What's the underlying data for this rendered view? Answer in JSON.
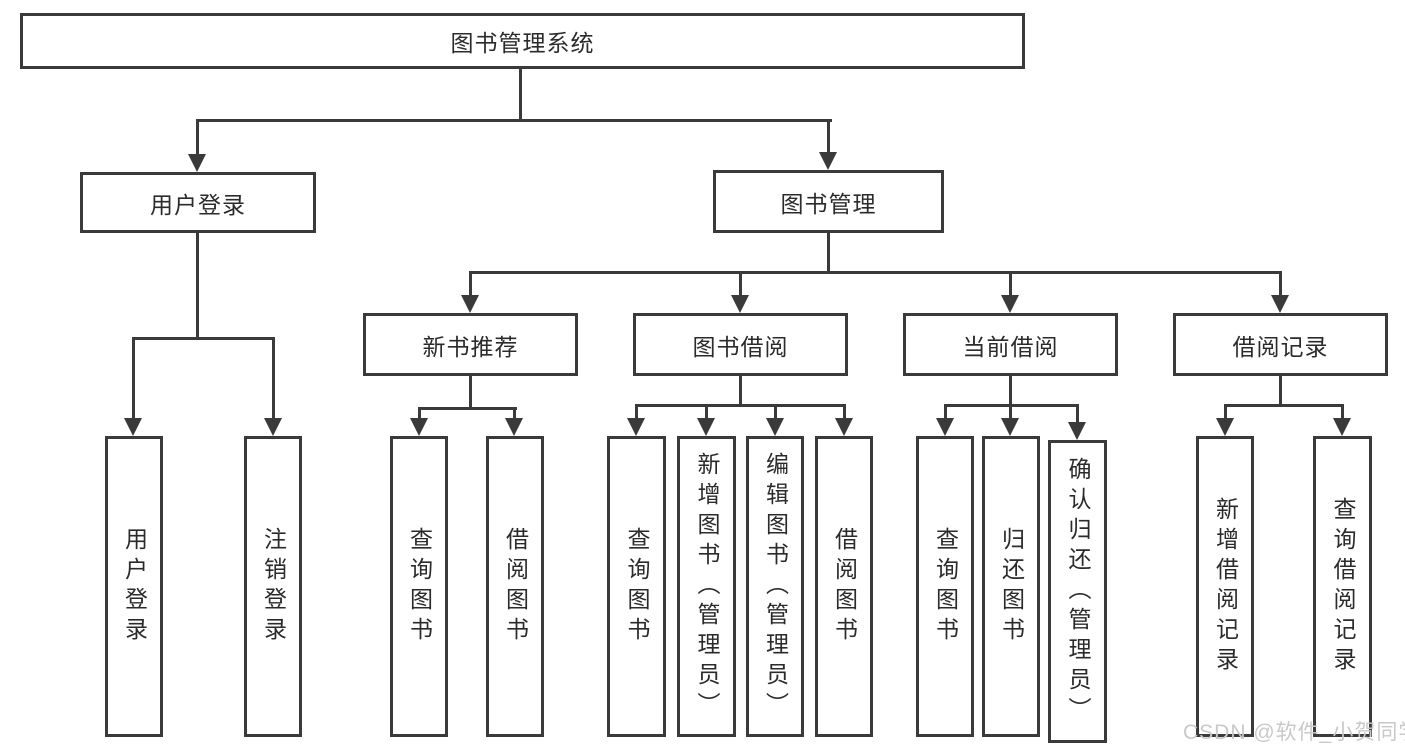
{
  "tree": {
    "root": "图书管理系统",
    "branches": [
      {
        "label": "用户登录",
        "leaves": [
          "用户登录",
          "注销登录"
        ]
      },
      {
        "label": "图书管理",
        "sections": [
          {
            "label": "新书推荐",
            "leaves": [
              "查询图书",
              "借阅图书"
            ]
          },
          {
            "label": "图书借阅",
            "leaves": [
              "查询图书",
              "新增图书（管理员）",
              "编辑图书（管理员）",
              "借阅图书"
            ]
          },
          {
            "label": "当前借阅",
            "leaves": [
              "查询图书",
              "归还图书",
              "确认归还（管理员）"
            ]
          },
          {
            "label": "借阅记录",
            "leaves": [
              "新增借阅记录",
              "查询借阅记录"
            ]
          }
        ]
      }
    ]
  },
  "watermark": {
    "text": "CSDN @软件_小贺同学"
  },
  "colors": {
    "line": "#3a3a3a",
    "text": "#2b2b2b",
    "watermark": "#c9c9c9",
    "background": "#ffffff"
  }
}
